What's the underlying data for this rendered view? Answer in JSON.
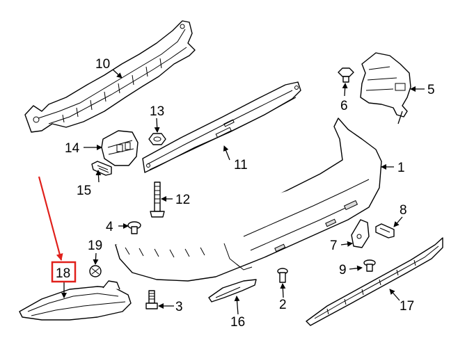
{
  "diagram": {
    "callouts": [
      {
        "id": "c1",
        "label": "1"
      },
      {
        "id": "c2",
        "label": "2"
      },
      {
        "id": "c3",
        "label": "3"
      },
      {
        "id": "c4",
        "label": "4"
      },
      {
        "id": "c5",
        "label": "5"
      },
      {
        "id": "c6",
        "label": "6"
      },
      {
        "id": "c7",
        "label": "7"
      },
      {
        "id": "c8",
        "label": "8"
      },
      {
        "id": "c9",
        "label": "9"
      },
      {
        "id": "c10",
        "label": "10"
      },
      {
        "id": "c11",
        "label": "11"
      },
      {
        "id": "c12",
        "label": "12"
      },
      {
        "id": "c13",
        "label": "13"
      },
      {
        "id": "c14",
        "label": "14"
      },
      {
        "id": "c15",
        "label": "15"
      },
      {
        "id": "c16",
        "label": "16"
      },
      {
        "id": "c17",
        "label": "17"
      },
      {
        "id": "c18",
        "label": "18"
      },
      {
        "id": "c19",
        "label": "19"
      }
    ],
    "highlight": {
      "target": "18",
      "color": "#e0201b"
    }
  }
}
